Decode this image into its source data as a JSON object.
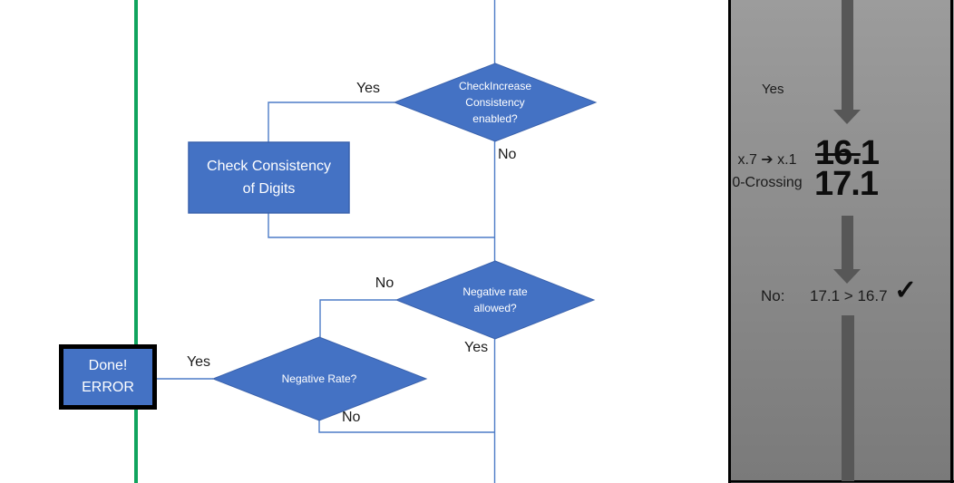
{
  "colors": {
    "node_blue": "#4472C4",
    "node_border_blue": "#3A62AD",
    "connector_blue": "#4D7CC7",
    "green_line": "#10A45E",
    "arrow_gray": "#575757",
    "panel_gray_top": "#9C9C9C",
    "panel_gray_bottom": "#7A7A7A",
    "terminal_border_black": "#000000",
    "node_text_white": "#FFFFFF"
  },
  "flowchart": {
    "nodes": {
      "check_increase": {
        "label": "CheckIncrease\nConsistency\nenabled?"
      },
      "check_consistency": {
        "label": "Check Consistency\nof Digits"
      },
      "negative_rate_allowed": {
        "label": "Negative rate\nallowed?"
      },
      "negative_rate": {
        "label": "Negative Rate?"
      },
      "done_error": {
        "label": "Done!\nERROR"
      }
    },
    "branch_labels": {
      "check_increase_yes": "Yes",
      "check_increase_no": "No",
      "negative_rate_allowed_no": "No",
      "negative_rate_allowed_yes": "Yes",
      "negative_rate_yes": "Yes",
      "negative_rate_no": "No"
    }
  },
  "panel": {
    "yes_label": "Yes",
    "transition_label": "x.7 ➔ x.1",
    "crossing_label": "0-Crossing",
    "old_value_struck": "16.",
    "old_value_tail": "1",
    "new_value": "17.1",
    "result_prefix": "No:",
    "result_comparison": "17.1 > 16.7",
    "checkmark": "✓"
  }
}
